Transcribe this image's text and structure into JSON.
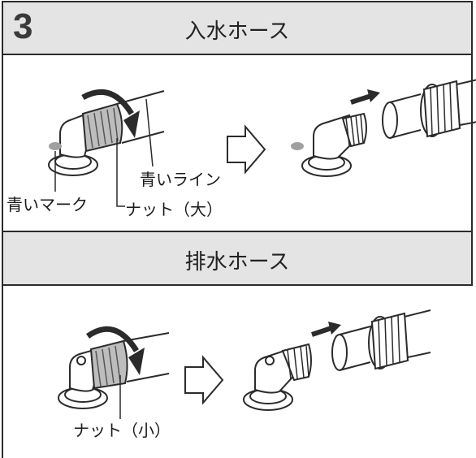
{
  "step": {
    "number": "3"
  },
  "sections": {
    "inlet": {
      "title": "入水ホース",
      "labels": {
        "blue_mark": "青いマーク",
        "blue_line": "青いライン",
        "nut": "ナット（大）"
      }
    },
    "drain": {
      "title": "排水ホース",
      "labels": {
        "nut": "ナット（小）"
      }
    }
  },
  "colors": {
    "line": "#2b2b2b",
    "header_bg": "#e4e4e4",
    "blue_mark": "#a0a0a0"
  }
}
